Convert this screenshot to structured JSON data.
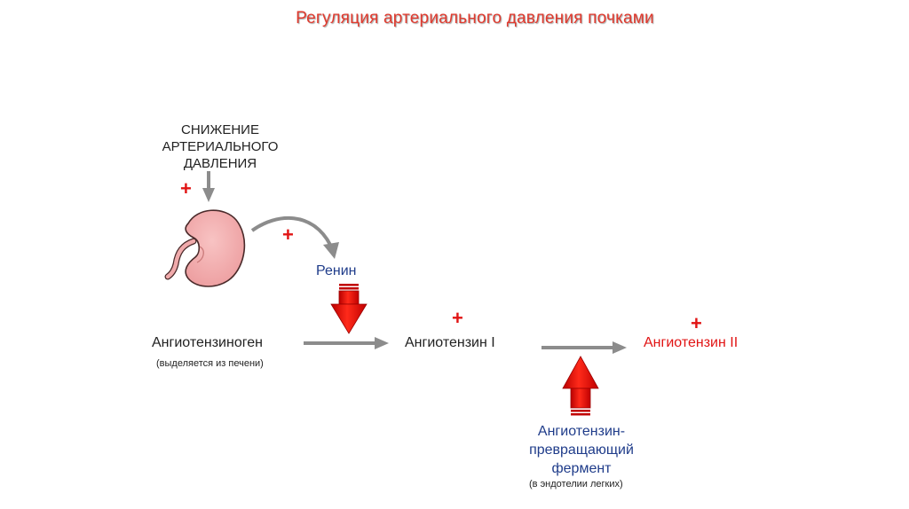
{
  "title": "Регуляция артериального давления почками",
  "trigger": {
    "line1": "СНИЖЕНИЕ",
    "line2": "АРТЕРИАЛЬНОГО",
    "line3": "ДАВЛЕНИЯ"
  },
  "plus_sign": "+",
  "renin": "Ренин",
  "angiotensinogen": {
    "label": "Ангиотензиноген",
    "note": "(выделяется из печени)"
  },
  "angiotensin1": "Ангиотензин I",
  "angiotensin2": "Ангиотензин II",
  "ace": {
    "line1": "Ангиотензин-",
    "line2": "превращающий",
    "line3": "фермент",
    "note": "(в эндотелии легких)"
  },
  "colors": {
    "title": "#e03a2e",
    "plus": "#e11414",
    "enzyme_text": "#1f3c8a",
    "gray_arrow": "#8c8c8c",
    "red_arrow": "#e01010",
    "kidney": "#f4a9aa"
  }
}
